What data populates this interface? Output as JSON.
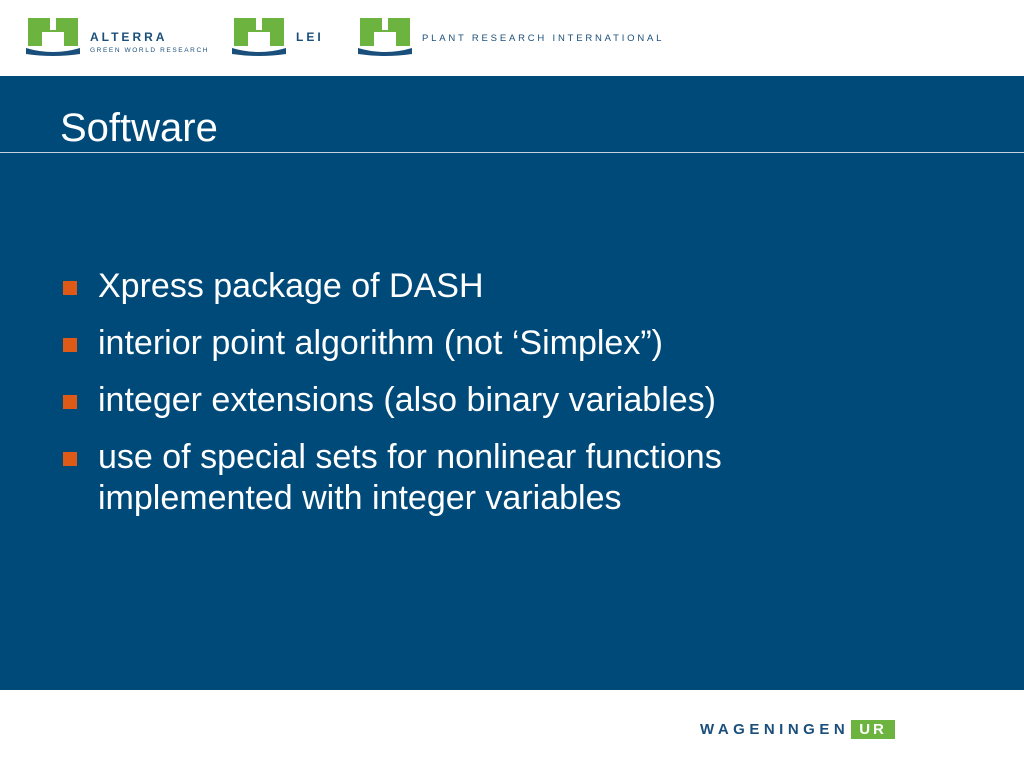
{
  "header": {
    "logos": [
      {
        "name": "ALTERRA",
        "subtitle": "GREEN WORLD RESEARCH"
      },
      {
        "name": "LEI"
      },
      {
        "name": "PLANT RESEARCH INTERNATIONAL"
      }
    ]
  },
  "slide": {
    "title": "Software",
    "bullets": [
      "Xpress package of DASH",
      "interior point algorithm (not ‘Simplex”)",
      "integer extensions (also binary variables)",
      "use of special sets for nonlinear functions implemented with integer variables"
    ]
  },
  "footer": {
    "brand_main": "WAGENINGEN",
    "brand_suffix": "UR"
  },
  "colors": {
    "panel": "#004a7a",
    "bullet": "#e05a17",
    "logo_green": "#6db33f",
    "logo_text": "#1b4f7b"
  }
}
